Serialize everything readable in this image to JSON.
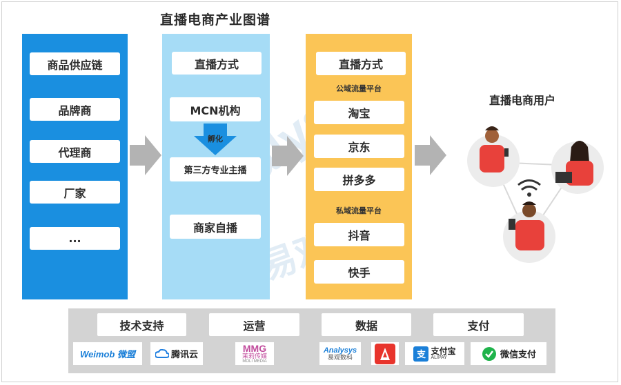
{
  "title": "直播电商产业图谱",
  "column1": {
    "items": [
      "商品供应链",
      "品牌商",
      "代理商",
      "厂家",
      "..."
    ]
  },
  "column2": {
    "header": "直播方式",
    "mcn": "MCN机构",
    "incubate": "孵化",
    "third_party": "第三方专业主播",
    "merchant": "商家自播"
  },
  "column3": {
    "header": "直播方式",
    "public_label": "公域流量平台",
    "public_items": [
      "淘宝",
      "京东",
      "拼多多"
    ],
    "private_label": "私域流量平台",
    "private_items": [
      "抖音",
      "快手"
    ]
  },
  "users": {
    "title": "直播电商用户"
  },
  "bottom": {
    "tabs": [
      "技术支持",
      "运营",
      "数据",
      "支付"
    ],
    "logos": {
      "weimob": "Weimob 微盟",
      "tencent_cloud": "腾讯云",
      "moli_main": "MMG",
      "moli_cn": "茉莉传媒",
      "moli_en": "MOLI MEDIA",
      "analysys_en": "Analysys",
      "analysys_cn": "易观数科",
      "alipay_cn": "支付宝",
      "alipay_en": "ALIPAY",
      "wechat_pay": "微信支付"
    }
  },
  "watermark": {
    "en": "nalysys",
    "cn": "易观分析"
  },
  "colors": {
    "col1": "#1a8fe0",
    "col2": "#a6dcf6",
    "col3": "#fbc556",
    "arrow": "#b3b3b3",
    "bottom": "#d3d3d3",
    "incubate_arrow": "#1a8fe0"
  }
}
